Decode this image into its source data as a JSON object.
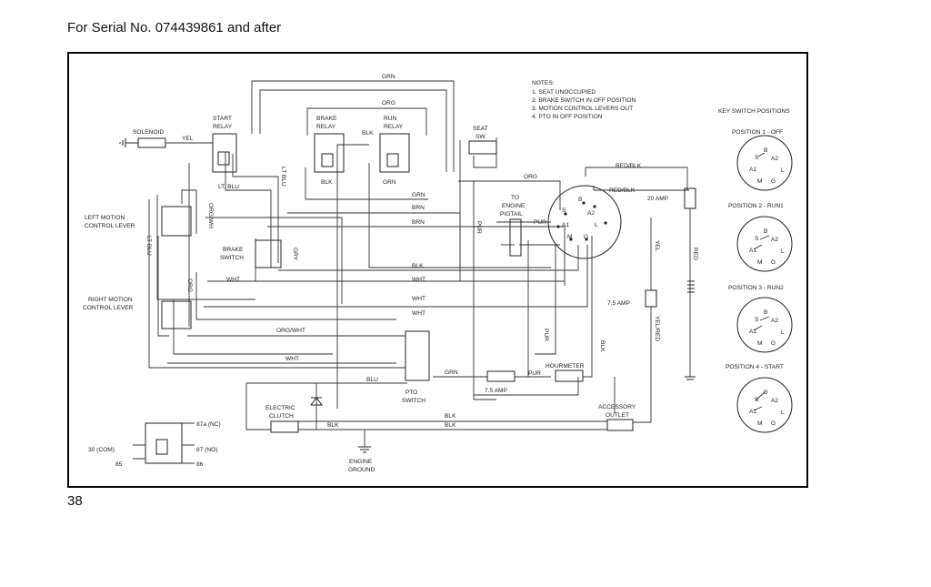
{
  "page": {
    "header": "For Serial No. 074439861 and after",
    "number": "38"
  },
  "notes": {
    "title": "NOTES:",
    "lines": [
      "1.  SEAT UNOCCUPIED",
      "2. BRAKE SWITCH IN OFF POSITION",
      "3. MOTION CONTROL LEVERS OUT",
      "4. PTO IN OFF POSITION"
    ]
  },
  "components": {
    "solenoid": "SOLENOID",
    "start_relay": [
      "START",
      "RELAY"
    ],
    "brake_relay": [
      "BRAKE",
      "RELAY"
    ],
    "run_relay": [
      "RUN",
      "RELAY"
    ],
    "seat_switch": [
      "SEAT",
      "SW."
    ],
    "left_motion": [
      "LEFT MOTION",
      "CONTROL LEVER"
    ],
    "right_motion": [
      "RIGHT MOTION",
      "CONTROL LEVER"
    ],
    "brake_switch": [
      "BRAKE",
      "SWITCH"
    ],
    "engine_pigtail": [
      "TO",
      "ENGINE",
      "PIGTAIL"
    ],
    "pto_switch": [
      "PTO",
      "SWITCH"
    ],
    "hourmeter": "HOURMETER",
    "electric_clutch": [
      "ELECTRIC",
      "CLUTCH"
    ],
    "accessory_outlet": [
      "ACCESSORY",
      "OUTLET"
    ],
    "engine_ground": [
      "ENGINE",
      "GROUND"
    ],
    "fuse_20": "20 AMP",
    "fuse_75_a": "7.5 AMP",
    "fuse_75_b": "7.5 AMP"
  },
  "relay_legend": {
    "t87a": "87a (NC)",
    "t87": "87 (NO)",
    "t30": "30 (COM)",
    "t85": "85",
    "t86": "86"
  },
  "key_switch": {
    "title": "KEY SWITCH POSITIONS",
    "terminals": [
      "S",
      "B",
      "A2",
      "A1",
      "L",
      "M",
      "G"
    ],
    "positions": [
      "POSITION 1 - OFF",
      "POSITION 2 - RUN1",
      "POSITION 3 - RUN2",
      "POSITION 4 - START"
    ]
  },
  "wire_labels": {
    "grn": "GRN",
    "org": "ORG",
    "yel": "YEL",
    "blk": "BLK",
    "lt_blu": "LT. BLU",
    "lt_blu_short": "LT BLU",
    "org_wh": "ORG/WH",
    "org_wht": "ORG/WHT",
    "brn": "BRN",
    "wht": "WHT",
    "gry": "GRY",
    "pur": "PUR",
    "red_blk": "RED/BLK",
    "red": "RED",
    "yel_red": "YEL/RED",
    "blu": "BLU"
  }
}
